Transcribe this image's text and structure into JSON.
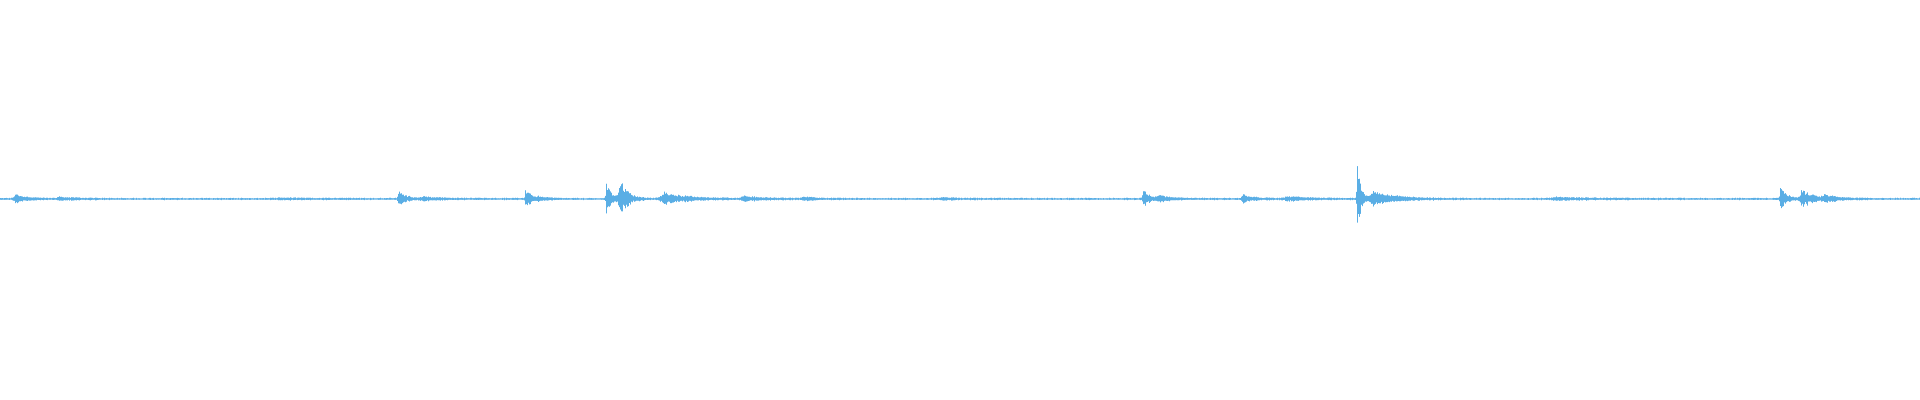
{
  "waveform": {
    "color": "#5aaee5",
    "background": "#ffffff",
    "bursts": [
      {
        "t": 0.0075,
        "amp": 0.012,
        "spread": 0.006
      },
      {
        "t": 0.03,
        "amp": 0.004,
        "spread": 0.01
      },
      {
        "t": 0.145,
        "amp": 0.002,
        "spread": 0.02
      },
      {
        "t": 0.2075,
        "amp": 0.02,
        "spread": 0.004
      },
      {
        "t": 0.22,
        "amp": 0.005,
        "spread": 0.012
      },
      {
        "t": 0.2735,
        "amp": 0.025,
        "spread": 0.003
      },
      {
        "t": 0.28,
        "amp": 0.004,
        "spread": 0.006
      },
      {
        "t": 0.3155,
        "amp": 0.04,
        "spread": 0.003
      },
      {
        "t": 0.3225,
        "amp": 0.05,
        "spread": 0.004
      },
      {
        "t": 0.345,
        "amp": 0.018,
        "spread": 0.012
      },
      {
        "t": 0.387,
        "amp": 0.006,
        "spread": 0.012
      },
      {
        "t": 0.418,
        "amp": 0.005,
        "spread": 0.006
      },
      {
        "t": 0.49,
        "amp": 0.003,
        "spread": 0.01
      },
      {
        "t": 0.595,
        "amp": 0.028,
        "spread": 0.003
      },
      {
        "t": 0.603,
        "amp": 0.008,
        "spread": 0.008
      },
      {
        "t": 0.647,
        "amp": 0.01,
        "spread": 0.006
      },
      {
        "t": 0.67,
        "amp": 0.006,
        "spread": 0.012
      },
      {
        "t": 0.7065,
        "amp": 0.095,
        "spread": 0.002
      },
      {
        "t": 0.715,
        "amp": 0.02,
        "spread": 0.012
      },
      {
        "t": 0.81,
        "amp": 0.004,
        "spread": 0.02
      },
      {
        "t": 0.927,
        "amp": 0.035,
        "spread": 0.003
      },
      {
        "t": 0.938,
        "amp": 0.025,
        "spread": 0.006
      },
      {
        "t": 0.95,
        "amp": 0.008,
        "spread": 0.008
      }
    ],
    "noise_floor": 0.003
  }
}
